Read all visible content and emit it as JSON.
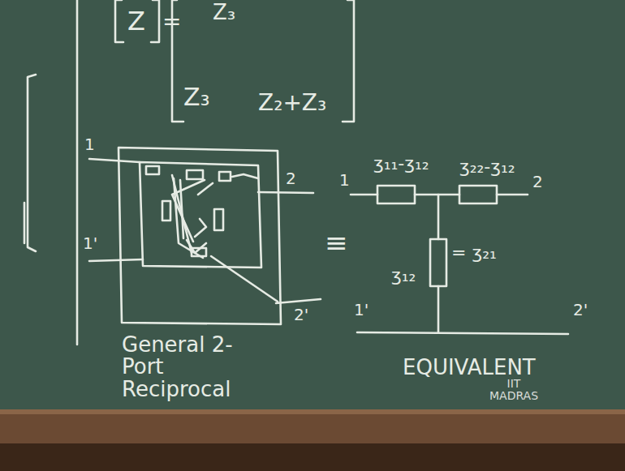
{
  "diagram": {
    "labels": [
      "Z",
      "=",
      "Z₃",
      "Z₃",
      "Z₂+Z₃",
      "1",
      "2",
      "1'",
      "2'",
      "≡",
      "1",
      "ʒ₁₁-ʒ₁₂",
      "ʒ₂₂-ʒ₁₂",
      "2",
      "ʒ₁₂",
      "= ʒ₂₁",
      "1'",
      "2'",
      "General 2-Port Reciprocal",
      "EQUIVALENT",
      "IIT MADRAS"
    ]
  }
}
